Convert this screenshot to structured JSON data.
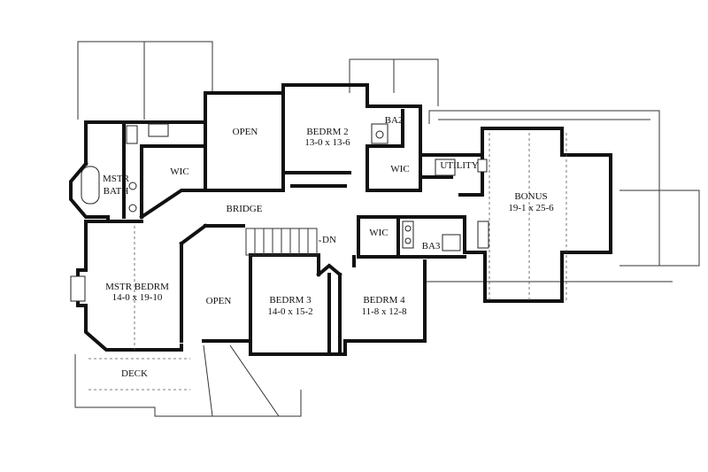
{
  "rooms": {
    "open_top": {
      "name": "OPEN"
    },
    "bedrm2": {
      "name": "BEDRM 2",
      "dims": "13-0 x 13-6"
    },
    "ba2": {
      "name": "BA2"
    },
    "wic_top": {
      "name": "WIC"
    },
    "wic_mstr": {
      "name": "WIC"
    },
    "mstr_bath": {
      "name_line1": "MSTR",
      "name_line2": "BATH"
    },
    "utility": {
      "name": "UTILITY"
    },
    "bonus": {
      "name": "BONUS",
      "dims": "19-1 x 25-6"
    },
    "bridge": {
      "name": "BRIDGE"
    },
    "dn": {
      "name": "DN"
    },
    "wic_mid": {
      "name": "WIC"
    },
    "ba3": {
      "name": "BA3"
    },
    "mstr_bedrm": {
      "name": "MSTR BEDRM",
      "dims": "14-0 x 19-10"
    },
    "open_bot": {
      "name": "OPEN"
    },
    "bedrm3": {
      "name": "BEDRM 3",
      "dims": "14-0 x 15-2"
    },
    "bedrm4": {
      "name": "BEDRM 4",
      "dims": "11-8 x 12-8"
    },
    "deck": {
      "name": "DECK"
    }
  }
}
